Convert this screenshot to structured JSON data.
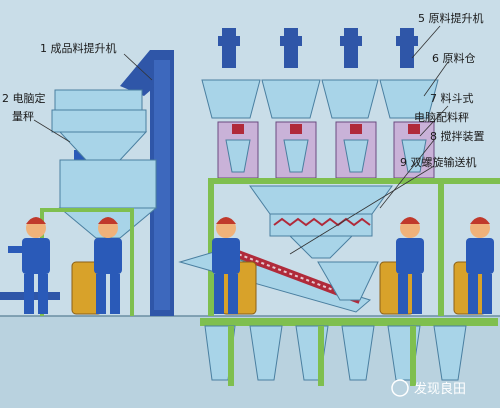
{
  "labels": {
    "l1": "1 成品料提升机",
    "l2a": "2 电脑定",
    "l2b": "量秤",
    "l5": "5 原料提升机",
    "l6": "6 原料仓",
    "l7": "7 料斗式",
    "l7b": "电脑配料秤",
    "l8": "8 搅拌装置",
    "l9": "9 双螺旋输送机"
  },
  "watermark": "发现良田",
  "colors": {
    "background": "#c9dde8",
    "elevator": "#2f56a8",
    "hopper": "#a8d4e8",
    "frame": "#7fbf4f",
    "scale": "#c9b2d8",
    "worker": "#2a5ab8",
    "bag": "#d8a22a"
  }
}
